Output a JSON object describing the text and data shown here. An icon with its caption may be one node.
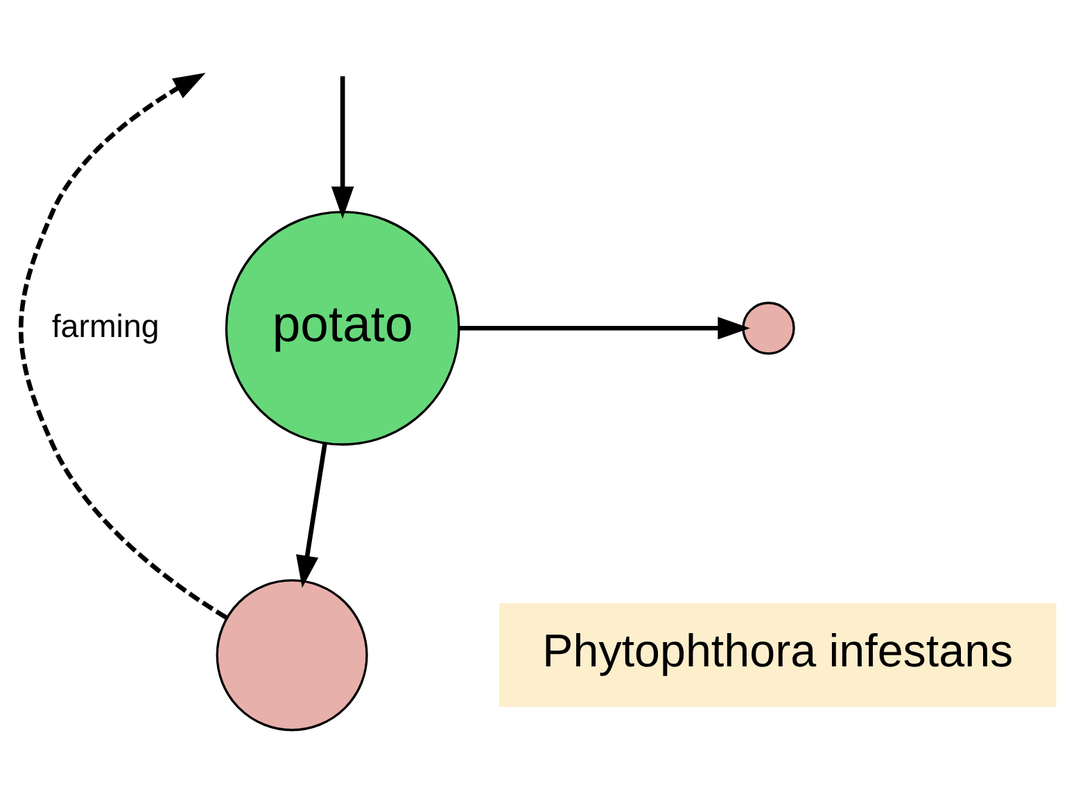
{
  "diagram": {
    "nodes": [
      {
        "text": [
          "potato"
        ]
      },
      {
        "text": [],
        "shape": "circle"
      },
      {
        "text": [
          "Phytophthora infestans"
        ]
      },
      {
        "text": [],
        "shape": "circle"
      }
    ],
    "edges": [
      {
        "from": null,
        "to": 0,
        "arrow": "to"
      },
      {
        "from": 0,
        "to": 1,
        "arrow": "to"
      },
      {
        "from": 0,
        "to": 3,
        "arrow": "to"
      },
      {
        "from": 3,
        "to": null,
        "arrow": "to",
        "style": "dashed",
        "label": "farming"
      }
    ]
  }
}
